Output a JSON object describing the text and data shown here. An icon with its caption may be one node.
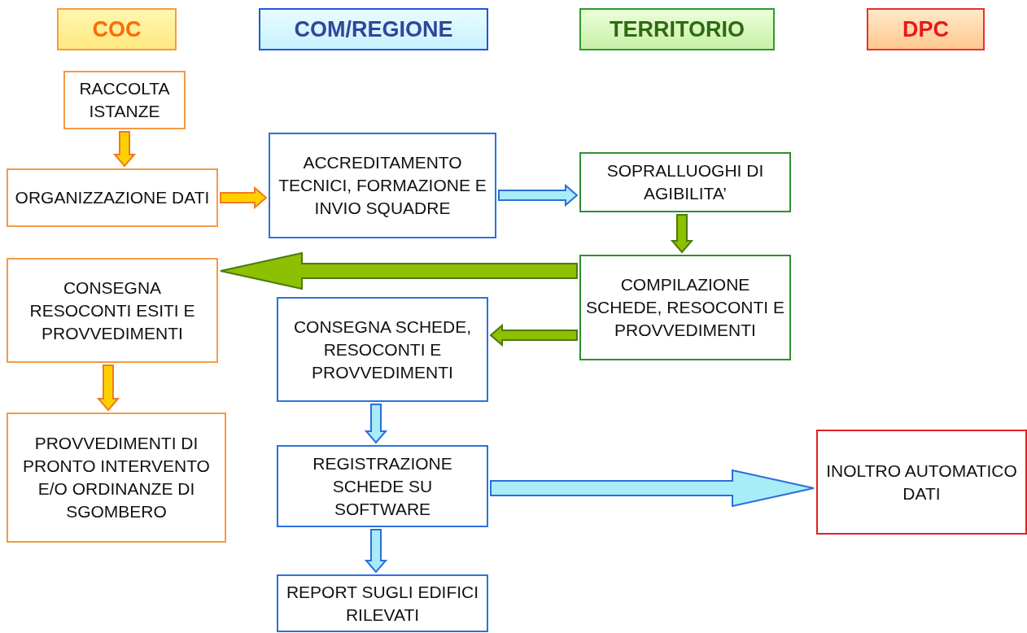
{
  "diagram": {
    "nodes": [
      {
        "text": [
          "COC"
        ]
      },
      {
        "text": [
          "COM/REGIONE"
        ]
      },
      {
        "text": [
          "TERRITORIO"
        ]
      },
      {
        "text": [
          "DPC"
        ]
      },
      {
        "text": [
          "RACCOLTA ISTANZE"
        ]
      },
      {
        "text": [
          "ORGANIZZAZIONE DATI"
        ]
      },
      {
        "text": [
          "ACCREDITAMENTO TECNICI, FORMAZIONE E INVIO SQUADRE"
        ]
      },
      {
        "text": [
          "SOPRALLUOGHI DI AGIBILITA’"
        ]
      },
      {
        "text": [
          "CONSEGNA RESOCONTI ESITI E PROVVEDIMENTI"
        ]
      },
      {
        "text": [
          "COMPILAZIONE SCHEDE, RESOCONTI E PROVVEDIMENTI"
        ]
      },
      {
        "text": [
          "CONSEGNA SCHEDE, RESOCONTI E PROVVEDIMENTI"
        ]
      },
      {
        "text": [
          "PROVVEDIMENTI DI PRONTO INTERVENTO E/O ORDINANZE DI SGOMBERO"
        ]
      },
      {
        "text": [
          "REGISTRAZIONE SCHEDE SU SOFTWARE"
        ]
      },
      {
        "text": [
          "INOLTRO AUTOMATICO DATI"
        ]
      },
      {
        "text": [
          "REPORT SUGLI EDIFICI RILEVATI"
        ]
      }
    ],
    "edges": [
      {
        "from": 4,
        "to": 5,
        "arrow": "to",
        "color": "#f07a20"
      },
      {
        "from": 5,
        "to": 6,
        "arrow": "to",
        "color": "#f07a20"
      },
      {
        "from": 6,
        "to": 7,
        "arrow": "to"
      },
      {
        "from": 7,
        "to": 9,
        "arrow": "to",
        "color": "#4b7a10"
      },
      {
        "from": 9,
        "to": 8,
        "arrow": "to",
        "style": "thick",
        "color": "#4b7a10"
      },
      {
        "from": 9,
        "to": 10,
        "arrow": "to",
        "color": "#4b7a10"
      },
      {
        "from": 8,
        "to": 11,
        "arrow": "to",
        "color": "#f07a20"
      },
      {
        "from": 10,
        "to": 12,
        "arrow": "to"
      },
      {
        "from": 12,
        "to": 13,
        "arrow": "to",
        "style": "thick"
      },
      {
        "from": 12,
        "to": 14,
        "arrow": "to"
      }
    ]
  }
}
